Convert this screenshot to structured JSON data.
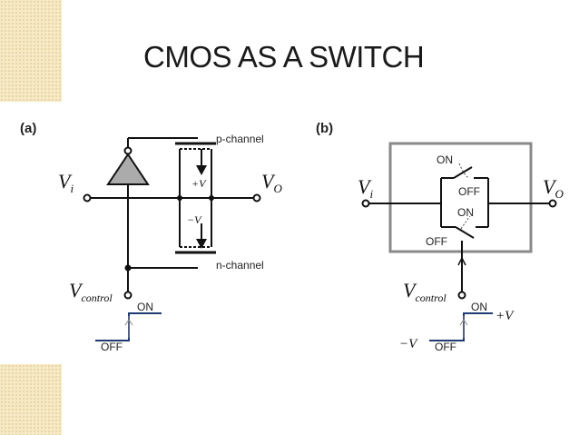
{
  "slide": {
    "title": "CMOS AS A SWITCH"
  },
  "diagram_a": {
    "tag": "(a)",
    "vi_main": "V",
    "vi_sub": "i",
    "vo_main": "V",
    "vo_sub": "O",
    "vcontrol_main": "V",
    "vcontrol_sub": "control",
    "p_channel": "p-channel",
    "n_channel": "n-channel",
    "plus_v": "+V",
    "minus_v": "−V",
    "on_label": "ON",
    "off_label": "OFF"
  },
  "diagram_b": {
    "tag": "(b)",
    "vi_main": "V",
    "vi_sub": "i",
    "vo_main": "V",
    "vo_sub": "O",
    "vcontrol_main": "V",
    "vcontrol_sub": "control",
    "upper_on": "ON",
    "upper_off": "OFF",
    "lower_on": "ON",
    "lower_off": "OFF",
    "on_label": "ON",
    "off_label": "OFF",
    "plus_v": "+V",
    "minus_v": "−V"
  },
  "colors": {
    "wire": "#111111",
    "box_border": "#8a8a8a",
    "waveform": "#1f3b73",
    "sidebar": "#f6e9c6"
  }
}
